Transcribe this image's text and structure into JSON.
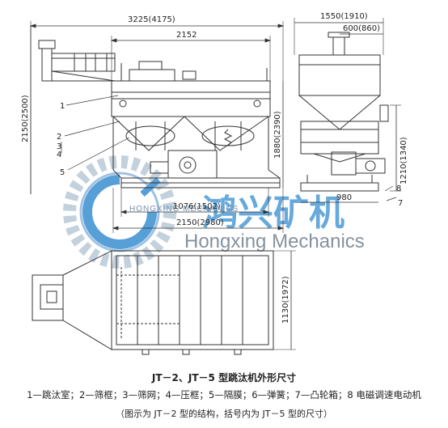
{
  "dimensions": {
    "top_total": "3225(4175)",
    "top_inner": "2152",
    "side_width": "1550(1910)",
    "side_top": "600(860)",
    "left_height": "2150(2500)",
    "mid_height": "1880(2390)",
    "right_height": "1210(1340)",
    "bottom_small": "980",
    "bottom_mid": "1076(1502)",
    "bottom_total": "2150(2980)",
    "plan_height": "1130(1972)"
  },
  "labels": {
    "n1": "1",
    "n2": "2",
    "n3": "3",
    "n4": "4",
    "n5": "5",
    "n7": "7",
    "n8": "8"
  },
  "watermark": {
    "chinese": "鸿兴矿机",
    "pinyin": "HONGXING MECHANICS",
    "english": "Hongxing Mechanics"
  },
  "caption": {
    "title": "JT－2、JT－5 型跳汰机外形尺寸",
    "legend": "1—跳汰室；2—筛框；3—筛网；4—压框；5—隔膜；6—弹簧；7—凸轮箱；8 电磁调速电动机",
    "note": "（图示为 JT－2 型的结构，括号内为 JT－5 型的尺寸）"
  },
  "colors": {
    "line": "#333333",
    "watermark_blue": "#3a8fd1",
    "watermark_gear": "#9fb4c8"
  }
}
